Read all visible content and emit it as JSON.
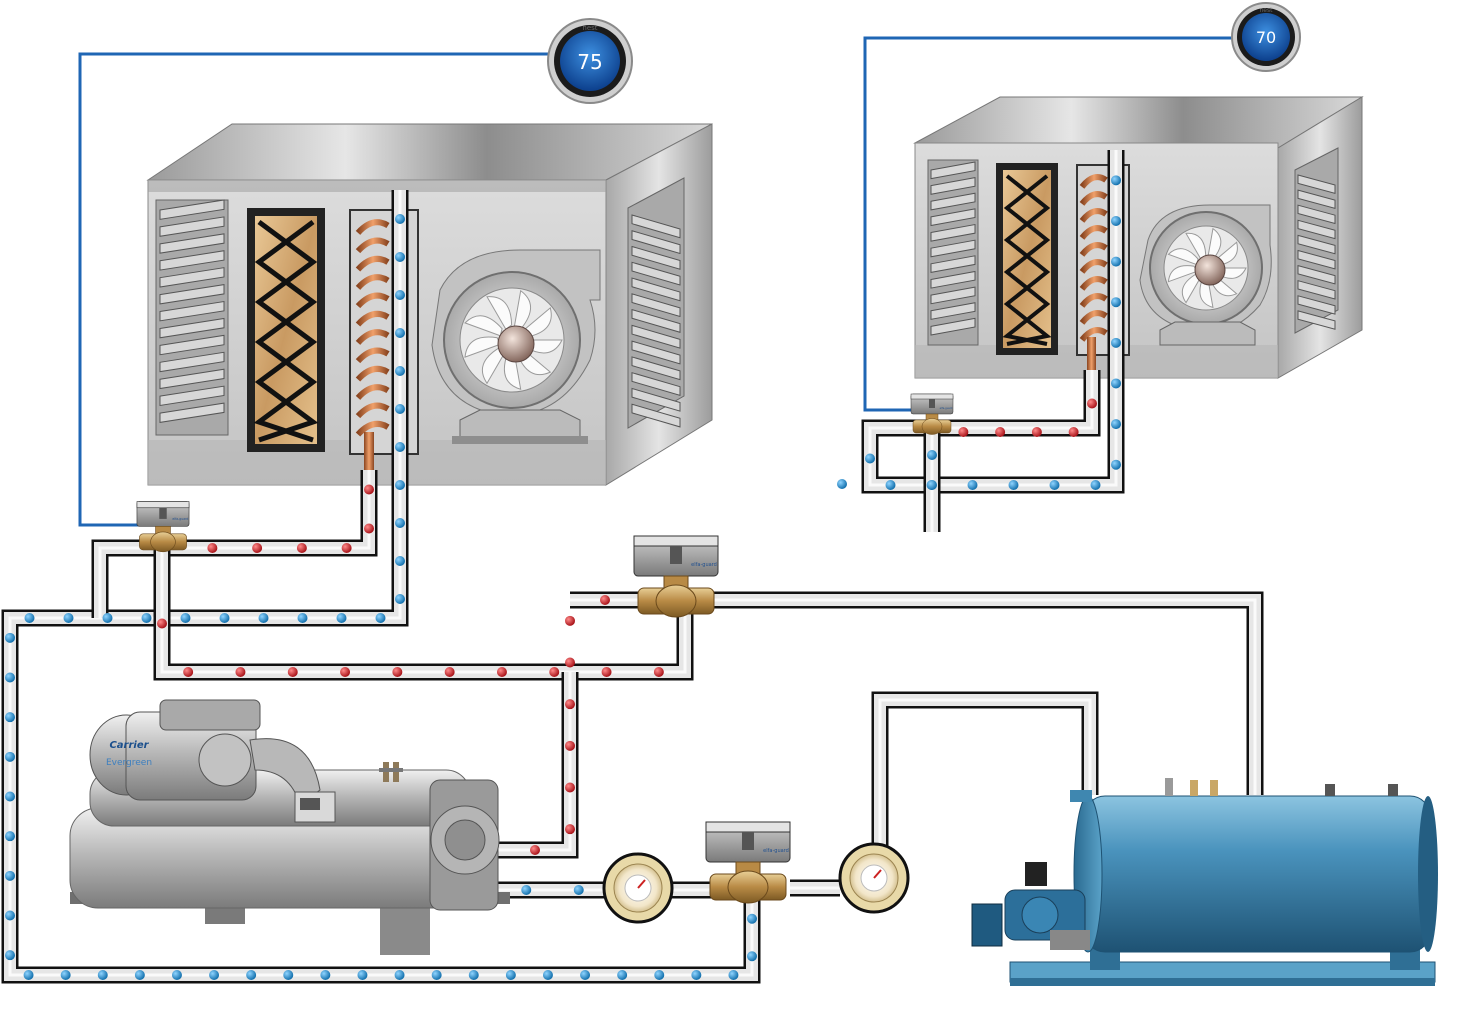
{
  "thermostats": [
    {
      "id": "thermostat-left",
      "setpoint": "75",
      "brand": "nest"
    },
    {
      "id": "thermostat-right",
      "setpoint": "70",
      "brand": "nest"
    }
  ],
  "chiller": {
    "brand": "Carrier",
    "model": "Evergreen"
  },
  "valves": {
    "brand_mark": "elfa-guard"
  },
  "colors": {
    "control_wire": "#1f66b4",
    "pipe_fill": "#e6e6e6",
    "pipe_edge": "#111111",
    "chilled_water_dot": "#1c8fd6",
    "hot_water_dot": "#d21f26",
    "boiler_body": "#3f87b0",
    "ahu_cabinet": "#c9c9c9",
    "filter_media": "#d8b07a",
    "coil_copper": "#c8713c"
  }
}
